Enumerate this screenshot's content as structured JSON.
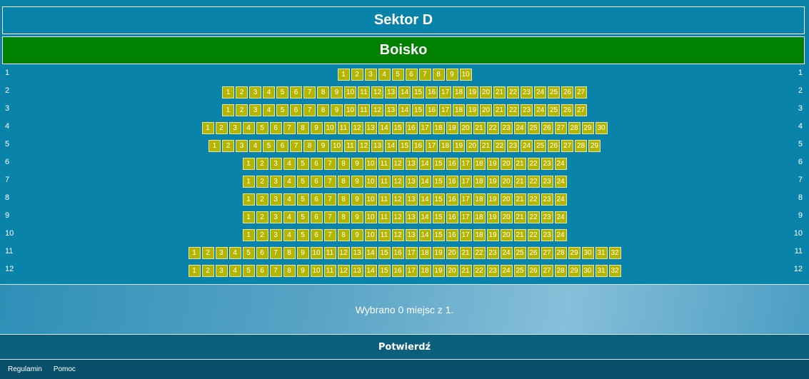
{
  "sector": {
    "title": "Sektor D"
  },
  "field": {
    "label": "Boisko"
  },
  "rows": [
    {
      "label": "1",
      "seat_count": 10
    },
    {
      "label": "2",
      "seat_count": 27
    },
    {
      "label": "3",
      "seat_count": 27
    },
    {
      "label": "4",
      "seat_count": 30
    },
    {
      "label": "5",
      "seat_count": 29
    },
    {
      "label": "6",
      "seat_count": 24
    },
    {
      "label": "7",
      "seat_count": 24
    },
    {
      "label": "8",
      "seat_count": 24
    },
    {
      "label": "9",
      "seat_count": 24
    },
    {
      "label": "10",
      "seat_count": 24
    },
    {
      "label": "11",
      "seat_count": 32
    },
    {
      "label": "12",
      "seat_count": 32
    }
  ],
  "summary": {
    "text": "Wybrano 0 miejsc z 1."
  },
  "confirm": {
    "label": "Potwierdź"
  },
  "footer": {
    "links": [
      "Regulamin",
      "Pomoc"
    ]
  },
  "colors": {
    "background": "#0a83ab",
    "field": "#008000",
    "seat_available": "#b5b500"
  }
}
